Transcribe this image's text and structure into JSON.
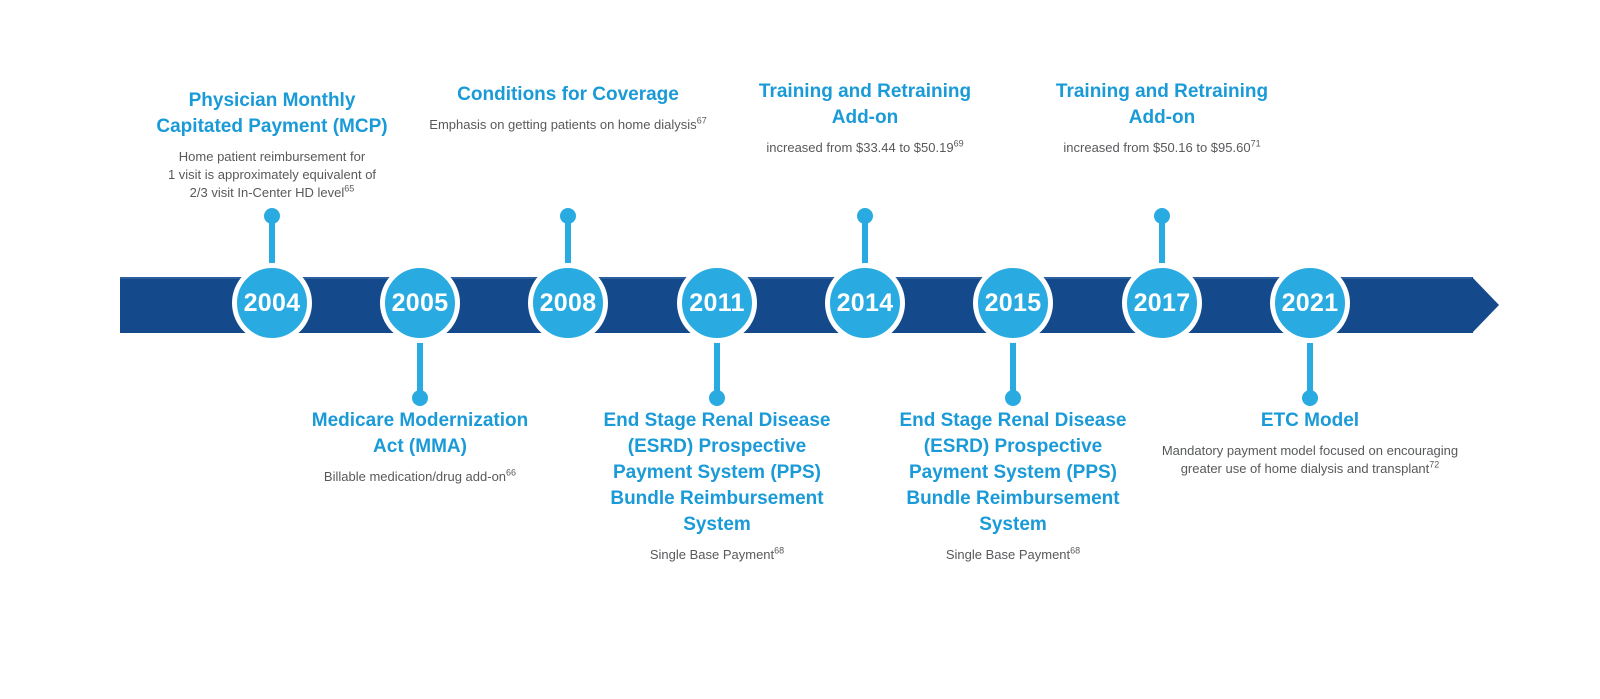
{
  "colors": {
    "background": "#FFFFFF",
    "band": "#14498B",
    "band_highlight": "#2B5F9F",
    "node": "#29ABE2",
    "heading": "#1A9AD7",
    "subtext": "#58595B",
    "year": "#FFFFFF"
  },
  "timeline": {
    "events": [
      {
        "year": "2004",
        "side": "above",
        "title_lines": [
          "Physician Monthly",
          "Capitated Payment (MCP)"
        ],
        "desc_lines": [
          "Home patient reimbursement for",
          "1 visit is approximately equivalent of",
          "2/3 visit In-Center HD level"
        ],
        "footnote": "65"
      },
      {
        "year": "2005",
        "side": "below",
        "title_lines": [
          "Medicare Modernization",
          "Act (MMA)"
        ],
        "desc_lines": [
          "Billable medication/drug add-on"
        ],
        "footnote": "66"
      },
      {
        "year": "2008",
        "side": "above",
        "title_lines": [
          "Conditions for Coverage"
        ],
        "desc_lines": [
          "Emphasis on getting patients on home dialysis"
        ],
        "footnote": "67"
      },
      {
        "year": "2011",
        "side": "below",
        "title_lines": [
          "End Stage Renal Disease",
          "(ESRD) Prospective",
          "Payment System (PPS)",
          "Bundle Reimbursement",
          "System"
        ],
        "desc_lines": [
          "Single Base Payment"
        ],
        "footnote": "68"
      },
      {
        "year": "2014",
        "side": "above",
        "title_lines": [
          "Training and Retraining",
          "Add-on"
        ],
        "desc_lines": [
          "increased from $33.44 to $50.19"
        ],
        "footnote": "69"
      },
      {
        "year": "2015",
        "side": "below",
        "title_lines": [
          "End Stage Renal Disease",
          "(ESRD) Prospective",
          "Payment System (PPS)",
          "Bundle Reimbursement",
          "System"
        ],
        "desc_lines": [
          "Single Base Payment"
        ],
        "footnote": "68"
      },
      {
        "year": "2017",
        "side": "above",
        "title_lines": [
          "Training and Retraining",
          "Add-on"
        ],
        "desc_lines": [
          "increased from $50.16 to $95.60"
        ],
        "footnote": "71"
      },
      {
        "year": "2021",
        "side": "below",
        "title_lines": [
          "ETC Model"
        ],
        "desc_lines": [
          "Mandatory payment model focused on encouraging",
          "greater use of home dialysis and transplant"
        ],
        "footnote": "72"
      }
    ]
  }
}
